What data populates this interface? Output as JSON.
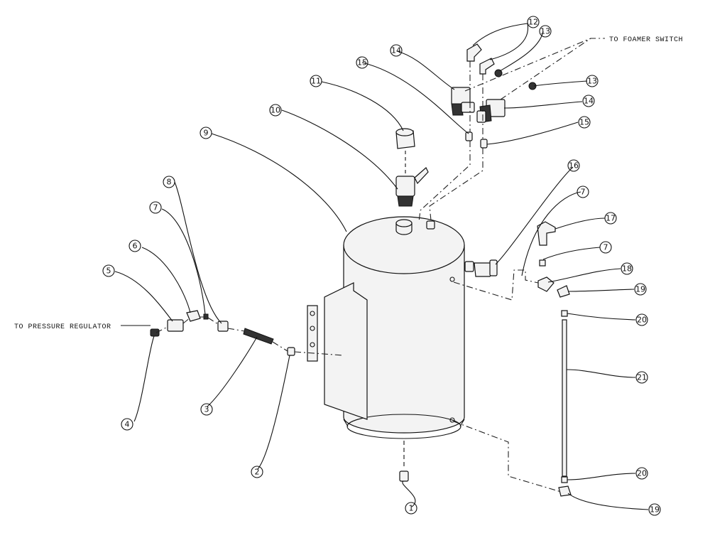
{
  "diagram": {
    "notes": {
      "foamer_switch": "TO FOAMER SWITCH",
      "pressure_regulator": "TO PRESSURE REGULATOR"
    },
    "callouts": [
      "1",
      "2",
      "3",
      "4",
      "5",
      "6",
      "7",
      "7",
      "7",
      "8",
      "9",
      "10",
      "11",
      "12",
      "13",
      "13",
      "14",
      "14",
      "15",
      "15",
      "16",
      "17",
      "18",
      "19",
      "19",
      "20",
      "20",
      "21"
    ]
  }
}
